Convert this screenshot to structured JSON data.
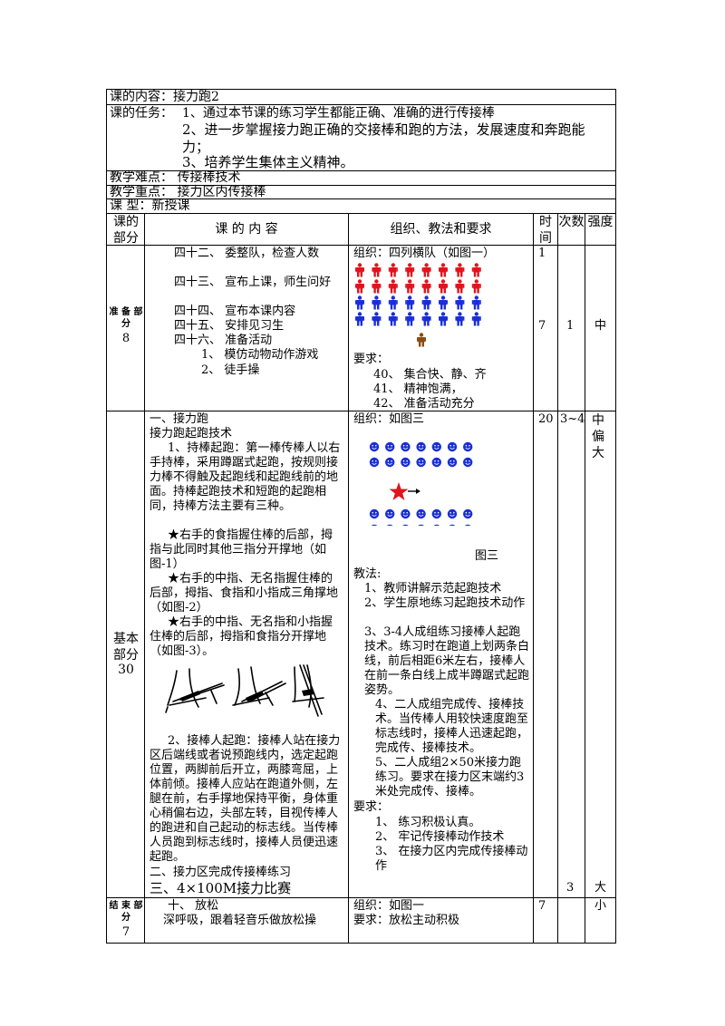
{
  "header": {
    "content": "课的内容：接力跑2",
    "task_label": "课的任务：",
    "tasks": [
      "1、通过本节课的练习学生都能正确、准确的进行传接棒",
      "2、进一步掌握接力跑正确的交接棒和跑的方法，发展速度和奔跑能力；",
      "3、培养学生集体主义精神。"
    ],
    "difficulty": "教学难点：  传接棒技术",
    "key_point": "教学重点：  接力区内传接棒",
    "lesson_type": "课    型：新授课"
  },
  "columns": {
    "part": "课的部分",
    "content": "课  的  内  容",
    "org": "组织、教法和要求",
    "time": "时间",
    "count": "次数",
    "intensity": "强度"
  },
  "prep": {
    "label": "准 备 部分",
    "minutes": "8",
    "items": [
      "四十二、       委整队，检查人数",
      "四十三、       宣布上课，师生问好",
      "四十四、       宣布本课内容",
      "四十五、       安排见习生",
      "四十六、       准备活动"
    ],
    "sub_items": [
      "1、 模仿动物动作游戏",
      "2、 徒手操"
    ],
    "org_title": "组织：四列横队（如图一）",
    "req_label": "要求：",
    "requirements": [
      "40、  集合快、静、齐",
      "41、  精神饱满，",
      "42、  准备活动充分"
    ],
    "time_values": [
      "1",
      "7"
    ],
    "count": "1",
    "intensity": "中"
  },
  "basic": {
    "label": "基本部分",
    "minutes": "30",
    "title": "一、接力跑",
    "subtitle": "接力跑起跑技术",
    "p1": "1、持棒起跑：第一棒传棒人以右手持棒，采用蹲踞式起跑，按规则接力棒不得触及起跑线和起跑线前的地面。持棒起跑技术和短跑的起跑相同，持棒方法主要有三种。",
    "star1": "★右手的食指握住棒的后部，拇指与此同时其他三指分开撑地（如图-1）",
    "star2": "★右手的中指、无名指握住棒的后部，拇指、食指和小指成三角撑地（如图-2）",
    "star3": "★右手的中指、无名指和小指握住棒的后部，拇指和食指分开撑地（如图-3）。",
    "p2": "2、接棒人起跑：接棒人站在接力区后端线或者说预跑线内，选定起跑位置，两脚前后开立，两膝弯屈，上体前倾。接棒人应站在跑道外侧，左腿在前，右手撑地保持平衡，身体重心稍偏右边，头部左转，目视传棒人的跑进和自己起动的标志线。当传棒人员跑到标志线时，接棒人员便迅速起跑。",
    "item2": "二、接力区完成传接棒练习",
    "item3": "三、4×100M接力比赛",
    "org_title": "组织：如图三",
    "fig_caption": "图三",
    "method_label": "教法:",
    "methods": [
      "1、教师讲解示范起跑技术",
      "2、学生原地练习起跑技术动作",
      "3、3-4人成组练习接棒人起跑技术。练习时在跑道上划两条白线，前后相距6米左右，接棒人在前一条白线上成半蹲踞式起跑姿势。",
      "4、二人成组完成传、接棒技术。当传棒人用较快速度跑至标志线时，接棒人迅速起跑，完成传、接棒技术。",
      "5、二人成组2×50米接力跑练习。要求在接力区末端约3米处完成传、接棒。"
    ],
    "req_label": "要求：",
    "requirements": [
      "1、  练习积极认真。",
      "2、  牢记传接棒动作技术",
      "3、  在接力区内完成传接棒动作"
    ],
    "time": "20",
    "count_top": "3~4",
    "count_bottom": "3",
    "intensity_top": "中偏大",
    "intensity_bottom": "大"
  },
  "end": {
    "label": "结 束 部分",
    "minutes": "7",
    "title": "十、  放松",
    "desc": "深呼吸，跟着轻音乐做放松操",
    "org": "组织：如图一",
    "req": "要求：放松主动积极",
    "time": "7",
    "intensity": "小"
  },
  "colors": {
    "red": "#e0141c",
    "blue": "#1a2ed8",
    "brown": "#8a4a12"
  }
}
